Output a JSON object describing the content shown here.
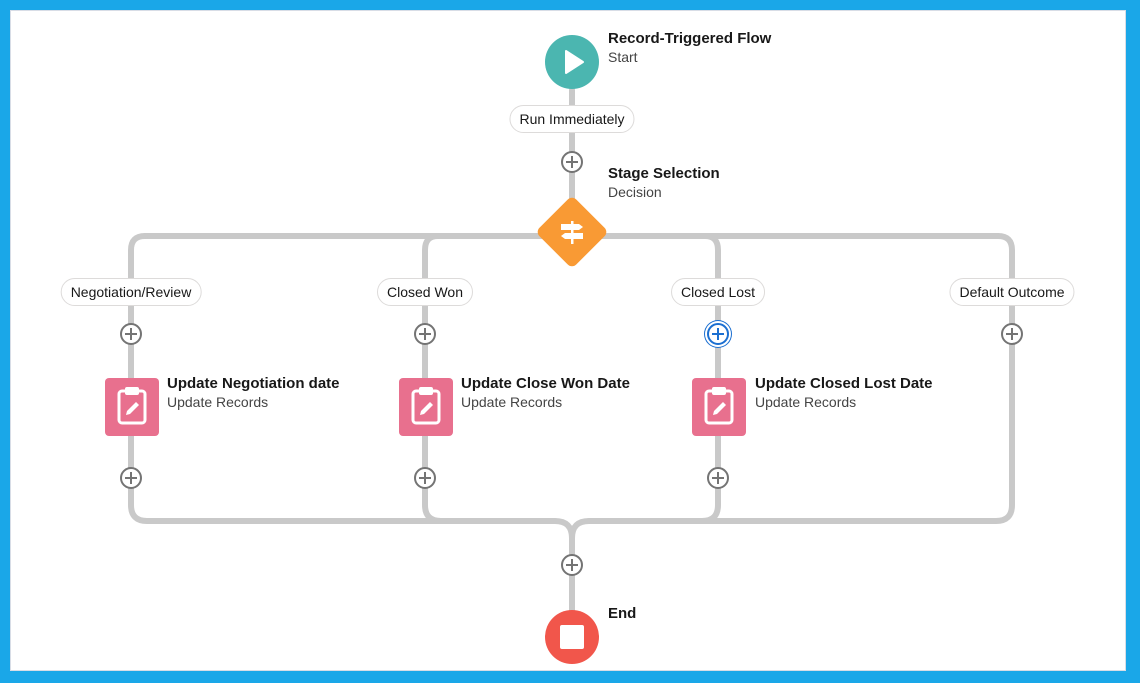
{
  "start": {
    "title": "Record-Triggered Flow",
    "subtitle": "Start",
    "icon": "play-icon",
    "color": "#4bb6b0"
  },
  "run_label": "Run Immediately",
  "decision": {
    "title": "Stage Selection",
    "subtitle": "Decision",
    "icon": "signpost-icon",
    "color": "#f99a34"
  },
  "branches": [
    {
      "label": "Negotiation/Review",
      "element": {
        "title": "Update Negotiation date",
        "subtitle": "Update Records"
      }
    },
    {
      "label": "Closed Won",
      "element": {
        "title": "Update Close Won Date",
        "subtitle": "Update Records"
      }
    },
    {
      "label": "Closed Lost",
      "element": {
        "title": "Update Closed Lost Date",
        "subtitle": "Update Records"
      }
    },
    {
      "label": "Default Outcome",
      "element": null
    }
  ],
  "update_icon": "clipboard-edit-icon",
  "update_color": "#e8708e",
  "end": {
    "title": "End",
    "icon": "stop-icon",
    "color": "#f1564b"
  },
  "connector_color": "#c9c9c9",
  "focus_color": "#1b6fd1",
  "border_color": "#1aa7e8"
}
